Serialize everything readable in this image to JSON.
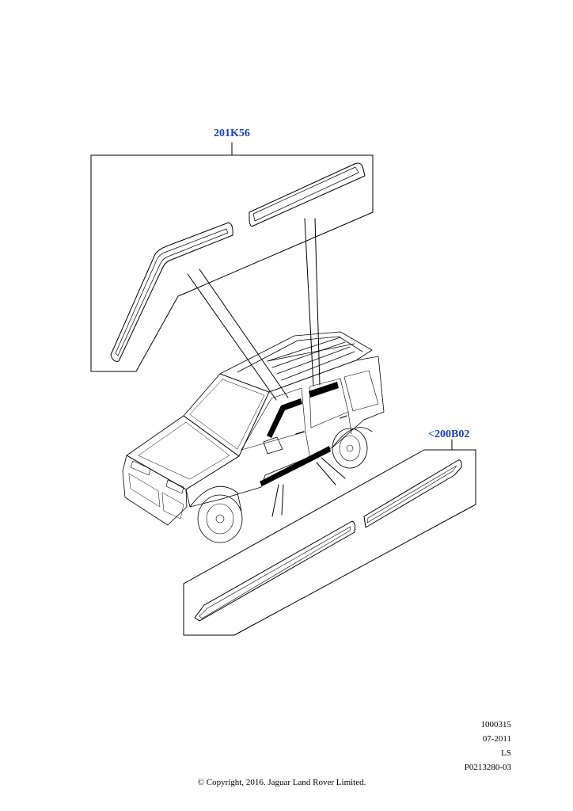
{
  "callouts": {
    "upper_group": "201K56",
    "lower_group": "<200B02"
  },
  "footer": {
    "ref_number": "1000315",
    "date": "07-2011",
    "code": "LS",
    "illustration_id": "P0213280-03",
    "copyright": "© Copyright, 2016. Jaguar Land Rover Limited."
  },
  "colors": {
    "callout": "#1a3fbf",
    "line": "#000000"
  }
}
